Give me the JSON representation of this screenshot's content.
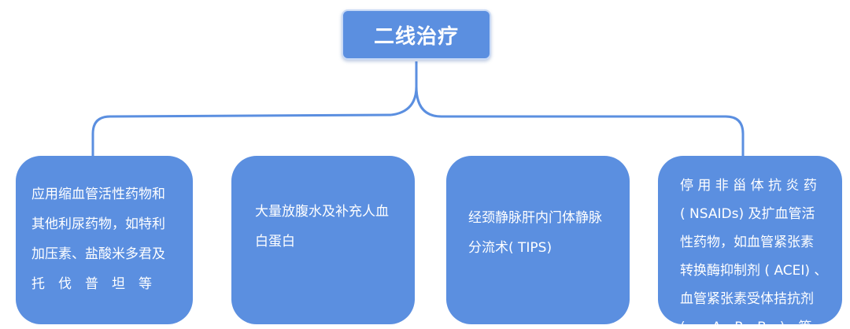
{
  "root": {
    "label": "二线治疗"
  },
  "children": [
    {
      "label": "应用缩血管活性药物和\n其他利尿药物，如特利\n加压素、盐酸米多君及\n托　伐　普　坦　等"
    },
    {
      "label": "大量放腹水及补充人血\n白蛋白"
    },
    {
      "label": "经颈静脉肝内门体静脉\n分流术( TIPS)"
    },
    {
      "label": "停 用 非 甾 体 抗 炎 药\n( NSAIDs) 及扩血管活\n性药物，如血管紧张素\n转换酶抑制剂 ( ACEI) 、\n血管紧张素受体拮抗剂\n(　　A　R　B　)　等"
    }
  ],
  "colors": {
    "node_fill": "#5b8fe0",
    "connector": "#5b8fe0",
    "text": "#ffffff"
  }
}
